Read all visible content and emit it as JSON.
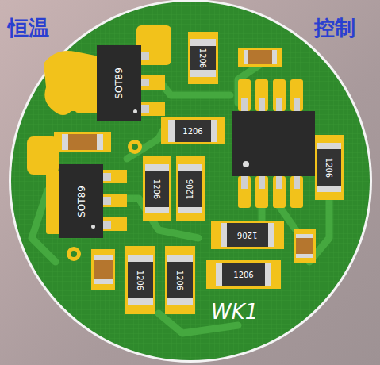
{
  "diagram": {
    "nodes": [
      {
        "text": [
          "1206"
        ]
      },
      {
        "text": [
          "SOT89"
        ]
      },
      {
        "text": [
          "1206"
        ]
      },
      {
        "text": [
          "1206"
        ]
      },
      {
        "text": [
          "SOT89"
        ]
      },
      {
        "text": [
          "1206"
        ]
      },
      {
        "text": [
          "1206"
        ]
      },
      {
        "text": [
          "1206"
        ]
      },
      {
        "text": [
          "1206"
        ]
      },
      {
        "text": [
          "1206"
        ]
      },
      {
        "text": [
          "1206"
        ]
      }
    ],
    "labels": [
      "恒温",
      "控制",
      "WK1"
    ]
  }
}
